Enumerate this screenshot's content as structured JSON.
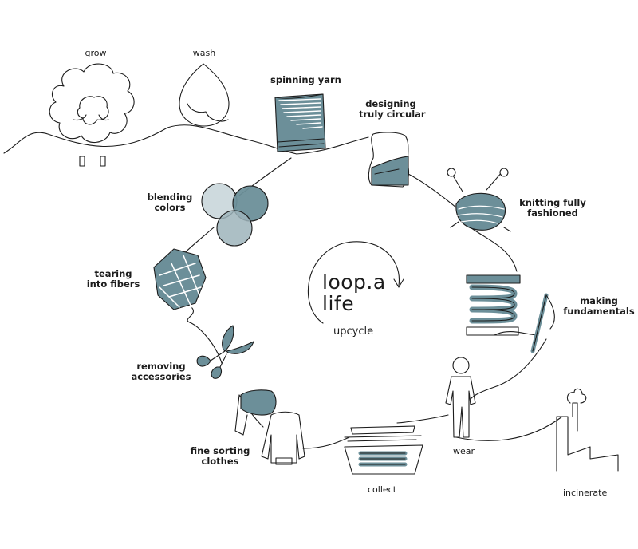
{
  "colors": {
    "accent": "#6c8f99",
    "accent_light": "#c9d6da",
    "ink": "#1c1c1c"
  },
  "center": {
    "title_line1": "loop.a",
    "title_line2": "life",
    "subtitle": "upcycle"
  },
  "steps": [
    {
      "id": "grow",
      "label": "grow",
      "icon": "sheep-icon"
    },
    {
      "id": "wash",
      "label": "wash",
      "icon": "water-drop-icon"
    },
    {
      "id": "spinning",
      "label": "spinning yarn",
      "icon": "yarn-spool-icon"
    },
    {
      "id": "designing",
      "label_line1": "designing",
      "label_line2": "truly circular",
      "icon": "dress-form-icon"
    },
    {
      "id": "knitting",
      "label_line1": "knitting fully",
      "label_line2": "fashioned",
      "icon": "knitting-needles-icon"
    },
    {
      "id": "making",
      "label_line1": "making",
      "label_line2": "fundamentals",
      "icon": "sewing-needle-icon"
    },
    {
      "id": "wear",
      "label": "wear",
      "icon": "person-icon"
    },
    {
      "id": "incinerate",
      "label": "incinerate",
      "icon": "factory-smoke-icon"
    },
    {
      "id": "collect",
      "label": "collect",
      "icon": "laundry-basket-icon"
    },
    {
      "id": "sorting",
      "label_line1": "fine sorting",
      "label_line2": "clothes",
      "icon": "clothes-icon"
    },
    {
      "id": "removing",
      "label_line1": "removing",
      "label_line2": "accessories",
      "icon": "scissors-icon"
    },
    {
      "id": "tearing",
      "label_line1": "tearing",
      "label_line2": "into fibers",
      "icon": "fibers-icon"
    },
    {
      "id": "blending",
      "label_line1": "blending",
      "label_line2": "colors",
      "icon": "color-circles-icon"
    }
  ]
}
